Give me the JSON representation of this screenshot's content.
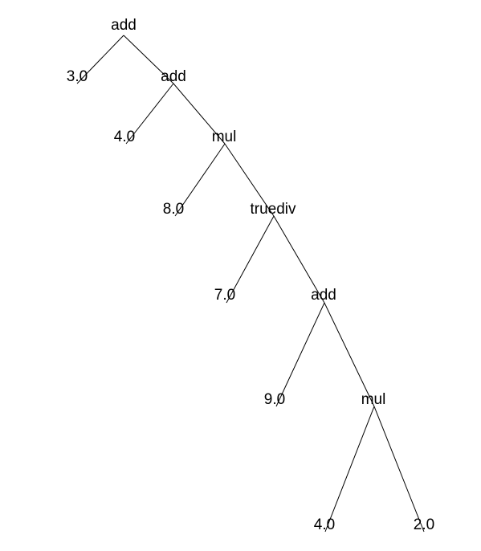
{
  "tree": {
    "nodes": [
      {
        "id": "n0",
        "label": "add"
      },
      {
        "id": "n1",
        "label": "3.0"
      },
      {
        "id": "n2",
        "label": "add"
      },
      {
        "id": "n3",
        "label": "4.0"
      },
      {
        "id": "n4",
        "label": "mul"
      },
      {
        "id": "n5",
        "label": "8.0"
      },
      {
        "id": "n6",
        "label": "truediv"
      },
      {
        "id": "n7",
        "label": "7.0"
      },
      {
        "id": "n8",
        "label": "add"
      },
      {
        "id": "n9",
        "label": "9.0"
      },
      {
        "id": "n10",
        "label": "mul"
      },
      {
        "id": "n11",
        "label": "4.0"
      },
      {
        "id": "n12",
        "label": "2.0"
      }
    ],
    "edges": [
      {
        "from": "n0",
        "to": "n1"
      },
      {
        "from": "n0",
        "to": "n2"
      },
      {
        "from": "n2",
        "to": "n3"
      },
      {
        "from": "n2",
        "to": "n4"
      },
      {
        "from": "n4",
        "to": "n5"
      },
      {
        "from": "n4",
        "to": "n6"
      },
      {
        "from": "n6",
        "to": "n7"
      },
      {
        "from": "n6",
        "to": "n8"
      },
      {
        "from": "n8",
        "to": "n9"
      },
      {
        "from": "n8",
        "to": "n10"
      },
      {
        "from": "n10",
        "to": "n11"
      },
      {
        "from": "n10",
        "to": "n12"
      }
    ]
  }
}
